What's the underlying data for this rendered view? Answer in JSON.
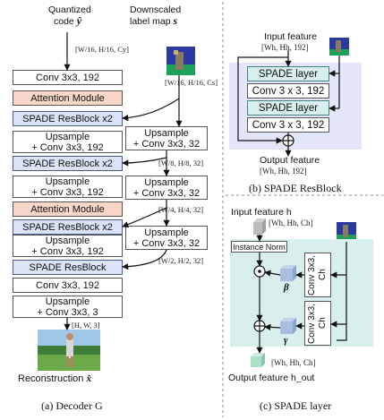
{
  "decoder": {
    "input_label_line1": "Quantized",
    "input_label_line2": "code",
    "input_symbol": "ŷ",
    "input_dim": "[W/16, H/16, Cy]",
    "label_map_line1": "Downscaled",
    "label_map_line2": "label map",
    "label_map_symbol": "s",
    "label_dim": "[W/16, H/16, Cs]",
    "blocks": [
      {
        "text": "Conv 3x3, 192",
        "style": "white"
      },
      {
        "text": "Attention Module",
        "style": "peach"
      },
      {
        "text": "SPADE ResBlock x2",
        "style": "blue"
      },
      {
        "text": "Upsample\n+ Conv 3x3, 192",
        "style": "white"
      },
      {
        "text": "SPADE ResBlock x2",
        "style": "blue"
      },
      {
        "text": "Upsample\n+ Conv 3x3, 192",
        "style": "white"
      },
      {
        "text": "Attention Module",
        "style": "peach"
      },
      {
        "text": "SPADE ResBlock x2",
        "style": "blue"
      },
      {
        "text": "Upsample\n+ Conv 3x3, 192",
        "style": "white"
      },
      {
        "text": "SPADE ResBlock",
        "style": "blue"
      },
      {
        "text": "Conv 3x3, 192",
        "style": "white"
      },
      {
        "text": "Upsample\n+ Conv 3x3, 3",
        "style": "white"
      }
    ],
    "side_blocks": [
      "Upsample\n+ Conv 3x3, 32",
      "Upsample\n+ Conv 3x3, 32",
      "Upsample\n+ Conv 3x3, 32"
    ],
    "side_dims": [
      "[W/8, H/8, 32]",
      "[W/4, H/4, 32]",
      "[W/2, H/2, 32]"
    ],
    "output_dim": "[H, W, 3]",
    "output_label": "Reconstruction",
    "output_symbol": "x̂",
    "caption": "(a) Decoder G"
  },
  "resblock": {
    "input_label": "Input feature",
    "input_dim": "[Wh, Hh, 192]",
    "layers": [
      "SPADE layer",
      "Conv 3 x 3, 192",
      "SPADE layer",
      "Conv 3 x 3, 192"
    ],
    "output_label": "Output feature",
    "output_dim": "[Wh, Hh, 192]",
    "caption": "(b) SPADE ResBlock"
  },
  "spade": {
    "input_label": "Input feature h",
    "input_dim": "[Wh, Hh, Ch]",
    "norm_label": "Instance Norm",
    "beta_label": "β",
    "gamma_label": "γ",
    "conv_top": "Conv 3x3,\nCh",
    "conv_bottom": "Conv 3x3,\nCh",
    "output_label": "Output feature h_out",
    "output_dim": "[Wh, Hh, Ch]",
    "caption": "(c) SPADE layer"
  },
  "colors": {
    "attention": "#f8d6c8",
    "spade_block": "#dbe3f6",
    "spade_panel": "#d8efee",
    "resblock_panel": "#e3e6f8"
  }
}
